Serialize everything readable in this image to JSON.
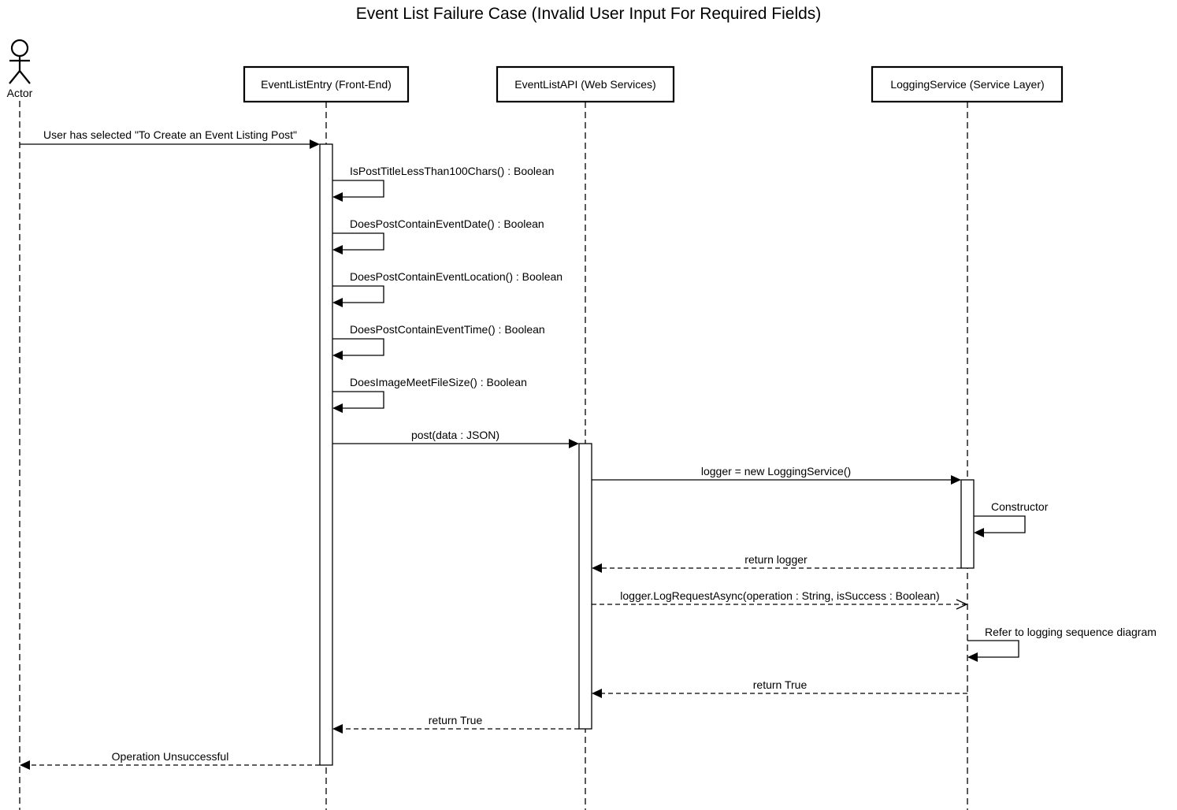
{
  "title": "Event List Failure Case (Invalid User Input For Required Fields)",
  "actor": {
    "label": "Actor"
  },
  "participants": [
    {
      "id": "entry",
      "label": "EventListEntry (Front-End)"
    },
    {
      "id": "api",
      "label": "EventListAPI (Web Services)"
    },
    {
      "id": "logging",
      "label": "LoggingService (Service Layer)"
    }
  ],
  "messages": [
    {
      "from": "actor",
      "to": "entry",
      "style": "solid",
      "label": "User has selected \"To Create an Event Listing Post\""
    },
    {
      "from": "entry",
      "to": "entry",
      "style": "self",
      "label": "IsPostTitleLessThan100Chars() : Boolean"
    },
    {
      "from": "entry",
      "to": "entry",
      "style": "self",
      "label": "DoesPostContainEventDate() : Boolean"
    },
    {
      "from": "entry",
      "to": "entry",
      "style": "self",
      "label": "DoesPostContainEventLocation() : Boolean"
    },
    {
      "from": "entry",
      "to": "entry",
      "style": "self",
      "label": "DoesPostContainEventTime() : Boolean"
    },
    {
      "from": "entry",
      "to": "entry",
      "style": "self",
      "label": "DoesImageMeetFileSize() : Boolean"
    },
    {
      "from": "entry",
      "to": "api",
      "style": "solid",
      "label": "post(data : JSON)"
    },
    {
      "from": "api",
      "to": "logging",
      "style": "solid",
      "label": "logger = new LoggingService()"
    },
    {
      "from": "logging",
      "to": "logging",
      "style": "self",
      "label": "Constructor"
    },
    {
      "from": "logging",
      "to": "api",
      "style": "dashed",
      "label": "return logger"
    },
    {
      "from": "api",
      "to": "logging",
      "style": "dashed-open",
      "label": "logger.LogRequestAsync(operation : String, isSuccess : Boolean)"
    },
    {
      "from": "logging",
      "to": "logging",
      "style": "self",
      "label": "Refer to logging sequence diagram"
    },
    {
      "from": "logging",
      "to": "api",
      "style": "dashed",
      "label": "return True"
    },
    {
      "from": "api",
      "to": "entry",
      "style": "dashed",
      "label": "return True"
    },
    {
      "from": "entry",
      "to": "actor",
      "style": "dashed",
      "label": "Operation Unsuccessful"
    }
  ]
}
